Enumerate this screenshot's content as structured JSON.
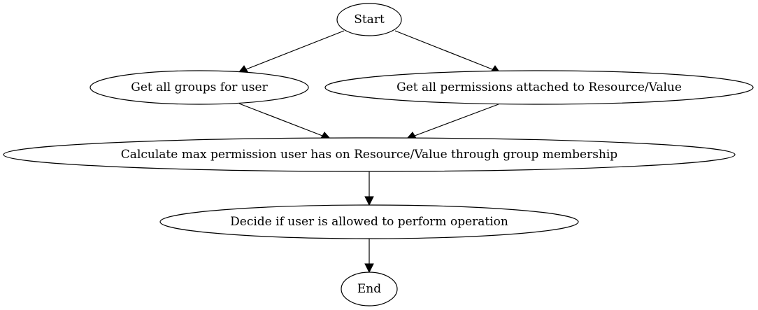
{
  "nodes": {
    "start": "Start",
    "get_groups": "Get all groups for user",
    "get_permissions": "Get all permissions attached to Resource/Value",
    "calculate": "Calculate max permission user has on Resource/Value through group membership",
    "decide": "Decide if user is allowed to perform operation",
    "end": "End"
  },
  "edges": [
    {
      "from": "start",
      "to": "get_groups"
    },
    {
      "from": "start",
      "to": "get_permissions"
    },
    {
      "from": "get_groups",
      "to": "calculate"
    },
    {
      "from": "get_permissions",
      "to": "calculate"
    },
    {
      "from": "calculate",
      "to": "decide"
    },
    {
      "from": "decide",
      "to": "end"
    }
  ]
}
